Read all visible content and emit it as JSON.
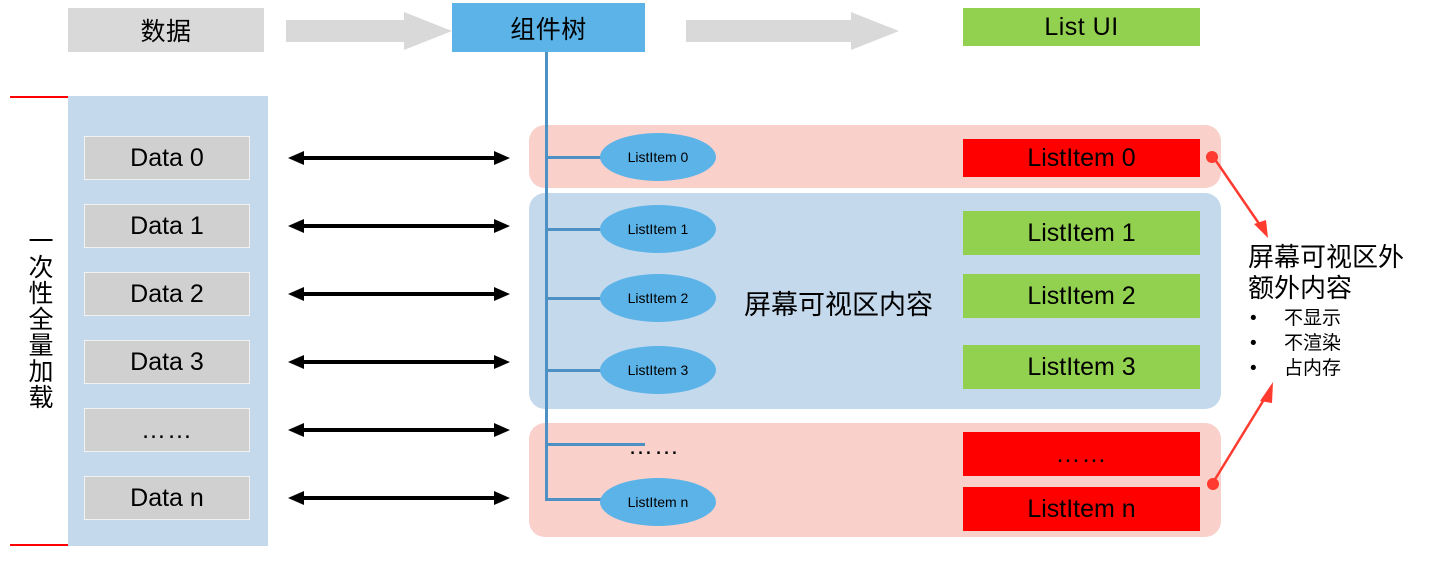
{
  "header": {
    "data_label": "数据",
    "component_tree_label": "组件树",
    "list_ui_label": "List UI",
    "arrow1_icon": "right-block-arrow-icon",
    "arrow2_icon": "right-block-arrow-icon"
  },
  "left_panel": {
    "vertical_label": "一次性全量加载",
    "items": [
      {
        "label": "Data 0"
      },
      {
        "label": "Data 1"
      },
      {
        "label": "Data 2"
      },
      {
        "label": "Data 3"
      },
      {
        "label": "……"
      },
      {
        "label": "Data n"
      }
    ]
  },
  "bidirectional_arrows": [
    {
      "icon": "double-arrow-icon"
    },
    {
      "icon": "double-arrow-icon"
    },
    {
      "icon": "double-arrow-icon"
    },
    {
      "icon": "double-arrow-icon"
    },
    {
      "icon": "double-arrow-icon"
    },
    {
      "icon": "double-arrow-icon"
    }
  ],
  "tree": {
    "nodes": [
      {
        "label": "ListItem 0"
      },
      {
        "label": "ListItem 1"
      },
      {
        "label": "ListItem 2"
      },
      {
        "label": "ListItem 3"
      },
      {
        "label": "……"
      },
      {
        "label": "ListItem n"
      }
    ]
  },
  "viewport": {
    "label": "屏幕可视区内容"
  },
  "list_ui": {
    "items": [
      {
        "label": "ListItem 0",
        "state": "offscreen"
      },
      {
        "label": "ListItem 1",
        "state": "visible"
      },
      {
        "label": "ListItem 2",
        "state": "visible"
      },
      {
        "label": "ListItem 3",
        "state": "visible"
      },
      {
        "label": "……",
        "state": "offscreen"
      },
      {
        "label": "ListItem n",
        "state": "offscreen"
      }
    ]
  },
  "annotation": {
    "title_line1": "屏幕可视区外",
    "title_line2": "额外内容",
    "bullets": [
      {
        "bullet": "•",
        "text": "不显示"
      },
      {
        "bullet": "•",
        "text": "不渲染"
      },
      {
        "bullet": "•",
        "text": "占内存"
      }
    ]
  },
  "colors": {
    "accent_blue": "#5BB3E8",
    "accent_green": "#92D050",
    "accent_red": "#FF0000",
    "region_pink": "#FAD0CB",
    "region_blue": "#C5D9ED",
    "gray_box": "#D0D0D0",
    "gray_arrow": "#D9D9D9",
    "annotation_red": "#FF3B30"
  }
}
